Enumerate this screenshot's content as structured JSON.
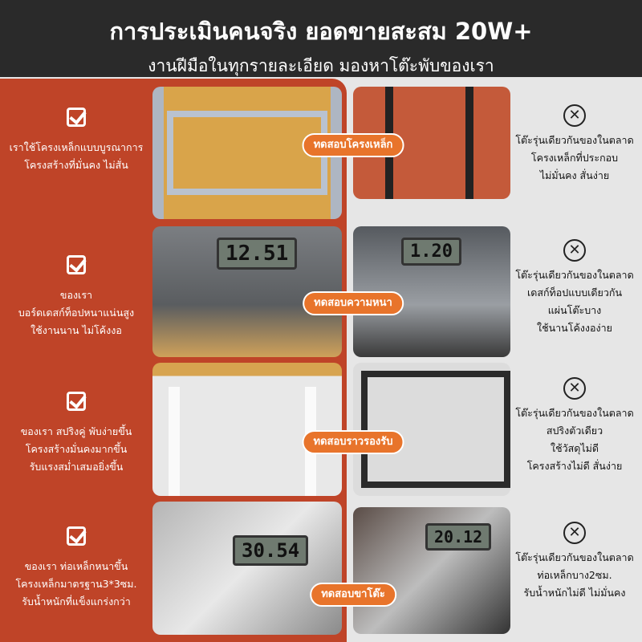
{
  "header": {
    "title": "การประเมินคนจริง ยอดขายสะสม 20W+",
    "subtitle": "งานฝีมือในทุกรายละเอียด มองหาโต๊ะพับของเรา"
  },
  "rows": [
    {
      "test_label": "ทดสอบโครงเหล็ก",
      "ours": [
        "เราใช้โครงเหล็กแบบบูรณาการ",
        "โครงสร้างที่มั่นคง ไม่สั่น"
      ],
      "others": [
        "โต๊ะรุ่นเดียวกันของในตลาด",
        "โครงเหล็กที่ประกอบ",
        "ไม่มั่นคง สั่นง่าย"
      ]
    },
    {
      "test_label": "ทดสอบความหนา",
      "ours": [
        "ของเรา",
        "บอร์ดเดสก์ท็อปหนาแน่นสูง",
        "ใช้งานนาน ไม่โค้งงอ"
      ],
      "others": [
        "โต๊ะรุ่นเดียวกันของในตลาด",
        "เดสก์ท็อปแบบเดียวกัน",
        "แผ่นโต๊ะบาง",
        "ใช้นานโค้งงอง่าย"
      ],
      "ours_reading": "12.51",
      "others_reading": "1.20"
    },
    {
      "test_label": "ทดสอบราวรองรับ",
      "ours": [
        "ของเรา สปริงคู่ พับง่ายขึ้น",
        "โครงสร้างมั่นคงมากขึ้น",
        "รับแรงสม่ำเสมอยิ่งขึ้น"
      ],
      "others": [
        "โต๊ะรุ่นเดียวกันของในตลาด",
        "สปริงตัวเดียว",
        "ใช้วัสดุไม่ดี",
        "โครงสร้างไม่ดี สั่นง่าย"
      ]
    },
    {
      "test_label": "ทดสอบขาโต๊ะ",
      "ours": [
        "ของเรา ท่อเหล็กหนาขึ้น",
        "โครงเหล็กมาตรฐาน3*3ซม.",
        "รับน้ำหนักที่แข็งแกร่งกว่า"
      ],
      "others": [
        "โต๊ะรุ่นเดียวกันของในตลาด",
        "ท่อเหล็กบาง2ซม.",
        "รับน้ำหนักไม่ดี ไม่มั่นคง"
      ],
      "ours_reading": "30.54",
      "others_reading": "20.12"
    }
  ],
  "icons": {
    "ours": "check-box-icon",
    "others": "x-circle-icon",
    "x_glyph": "✕"
  },
  "colors": {
    "header": "#2a2a2a",
    "ours_panel": "#bf4428",
    "pill": "#e8742b",
    "others_panel": "#e6e6e6"
  }
}
